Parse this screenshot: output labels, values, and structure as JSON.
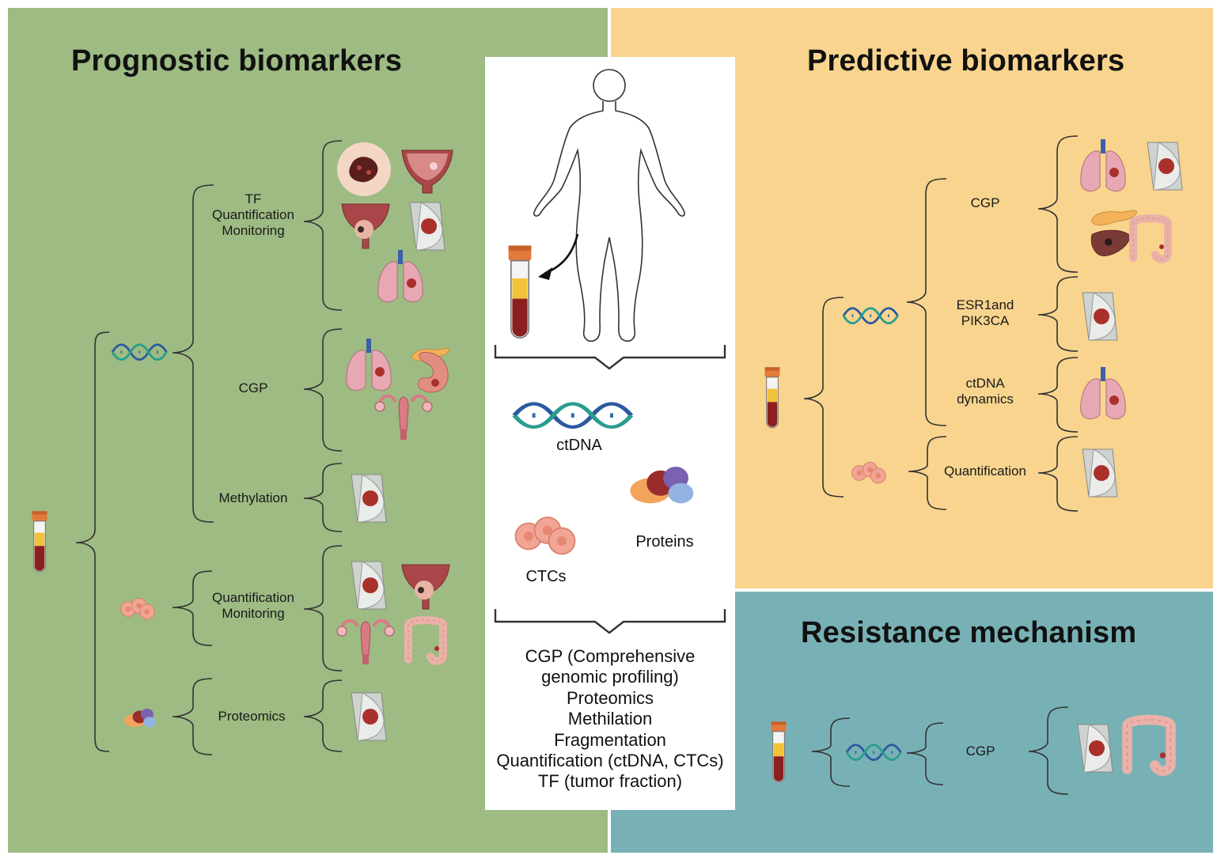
{
  "panels": {
    "prognostic": {
      "title": "Prognostic biomarkers",
      "color": "#9dbb83"
    },
    "predictive": {
      "title": "Predictive biomarkers",
      "color": "#f8d48e"
    },
    "resistance": {
      "title": "Resistance mechanism",
      "color": "#78b1b5"
    }
  },
  "prognostic_tree": {
    "tf": "TF\nQuantification\nMonitoring",
    "cgp": "CGP",
    "methylation": "Methylation",
    "ctc": "Quantification\nMonitoring",
    "proteomics": "Proteomics"
  },
  "predictive_tree": {
    "cgp": "CGP",
    "esr1": "ESR1and\nPIK3CA",
    "dynamics": "ctDNA\ndynamics",
    "quantification": "Quantification"
  },
  "resistance_tree": {
    "cgp": "CGP"
  },
  "center": {
    "ctdna": "ctDNA",
    "ctcs": "CTCs",
    "proteins": "Proteins",
    "methods": [
      "CGP (Comprehensive",
      "genomic profiling)",
      "Proteomics",
      "Methilation",
      "Fragmentation",
      "Quantification (ctDNA, CTCs)",
      "TF (tumor fraction)"
    ]
  },
  "icons": [
    "blood-tube",
    "dna-helix",
    "ctc-cells",
    "protein-cluster",
    "skin-lesion",
    "bladder",
    "prostate",
    "breast",
    "lung",
    "pancreas",
    "stomach",
    "uterus",
    "colon",
    "liver",
    "human-body"
  ]
}
